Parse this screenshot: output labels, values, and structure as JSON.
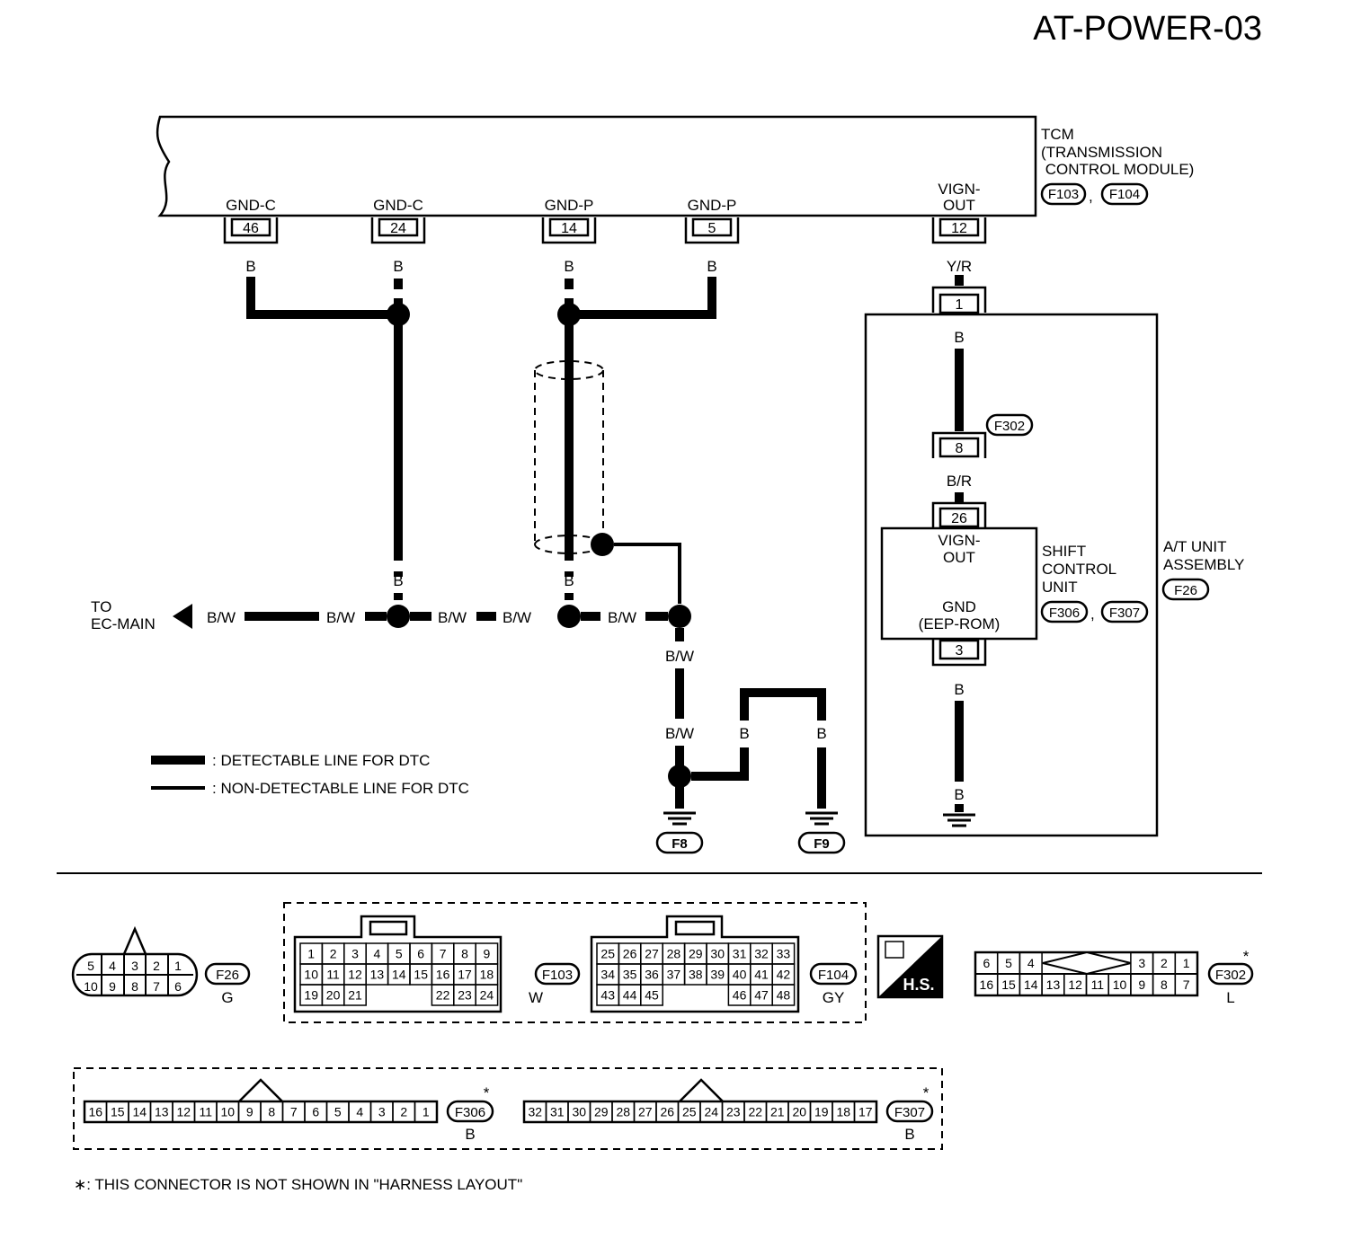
{
  "page_title": "AT-POWER-03",
  "tcm": {
    "lines": [
      "TCM",
      "(TRANSMISSION",
      " CONTROL MODULE)"
    ],
    "connectors": [
      "F103",
      "F104"
    ],
    "separator": ",",
    "terminals": [
      {
        "name": "GND-C",
        "pin": "46",
        "wire": "B"
      },
      {
        "name": "GND-C",
        "pin": "24",
        "wire": "B"
      },
      {
        "name": "GND-P",
        "pin": "14",
        "wire": "B"
      },
      {
        "name": "GND-P",
        "pin": "5",
        "wire": "B"
      },
      {
        "name": "VIGN-OUT",
        "name_lines": [
          "VIGN-",
          "OUT"
        ],
        "pin": "12",
        "wire": "Y/R"
      }
    ]
  },
  "bus": {
    "to_lines": [
      "TO",
      "EC-MAIN"
    ],
    "labels": [
      "B/W",
      "B/W",
      "B/W",
      "B/W",
      "B/W"
    ],
    "vertical_labels": [
      "B",
      "B"
    ]
  },
  "ground": {
    "wires": [
      "B/W",
      "B/W",
      "B",
      "B"
    ],
    "connectors": [
      "F8",
      "F9"
    ]
  },
  "at_unit": {
    "title_lines": [
      "A/T UNIT",
      "ASSEMBLY"
    ],
    "connector": "F26",
    "pin_top": "1",
    "wire_top": "B",
    "junction_connector": "F302",
    "junction_pin": "8",
    "wire_mid": "B/R",
    "scu_pin_in": "26",
    "scu_in_lines": [
      "VIGN-",
      "OUT"
    ],
    "scu_out_lines": [
      "GND",
      "(EEP-ROM)"
    ],
    "scu_pin_out": "3",
    "wire_bottom": [
      "B",
      "B"
    ],
    "scu_title_lines": [
      "SHIFT",
      "CONTROL",
      "UNIT"
    ],
    "scu_connectors": [
      "F306",
      "F307"
    ],
    "separator": ","
  },
  "legend": [
    {
      "text": ": DETECTABLE LINE FOR DTC"
    },
    {
      "text": ": NON-DETECTABLE LINE FOR DTC"
    }
  ],
  "connector_views": {
    "f26": {
      "id": "F26",
      "color": "G",
      "row1": [
        "5",
        "4",
        "3",
        "2",
        "1"
      ],
      "row2": [
        "10",
        "9",
        "8",
        "7",
        "6"
      ]
    },
    "f103": {
      "id": "F103",
      "color": "W",
      "row1": [
        "1",
        "2",
        "3",
        "4",
        "5",
        "6",
        "7",
        "8",
        "9"
      ],
      "row2": [
        "10",
        "11",
        "12",
        "13",
        "14",
        "15",
        "16",
        "17",
        "18"
      ],
      "row3": [
        "19",
        "20",
        "21",
        "22",
        "23",
        "24"
      ]
    },
    "f104": {
      "id": "F104",
      "color": "GY",
      "row1": [
        "25",
        "26",
        "27",
        "28",
        "29",
        "30",
        "31",
        "32",
        "33"
      ],
      "row2": [
        "34",
        "35",
        "36",
        "37",
        "38",
        "39",
        "40",
        "41",
        "42"
      ],
      "row3": [
        "43",
        "44",
        "45",
        "46",
        "47",
        "48"
      ]
    },
    "hs_label": "H.S.",
    "f302": {
      "id": "F302",
      "color": "L",
      "row1": [
        "6",
        "5",
        "4",
        "3",
        "2",
        "1"
      ],
      "row2": [
        "16",
        "15",
        "14",
        "13",
        "12",
        "11",
        "10",
        "9",
        "8",
        "7"
      ]
    },
    "f306": {
      "id": "F306",
      "color": "B",
      "pins": [
        "16",
        "15",
        "14",
        "13",
        "12",
        "11",
        "10",
        "9",
        "8",
        "7",
        "6",
        "5",
        "4",
        "3",
        "2",
        "1"
      ]
    },
    "f307": {
      "id": "F307",
      "color": "B",
      "pins": [
        "32",
        "31",
        "30",
        "29",
        "28",
        "27",
        "26",
        "25",
        "24",
        "23",
        "22",
        "21",
        "20",
        "19",
        "18",
        "17"
      ]
    },
    "star": "*"
  },
  "footnote": "∗: THIS CONNECTOR IS NOT SHOWN IN \"HARNESS LAYOUT\""
}
